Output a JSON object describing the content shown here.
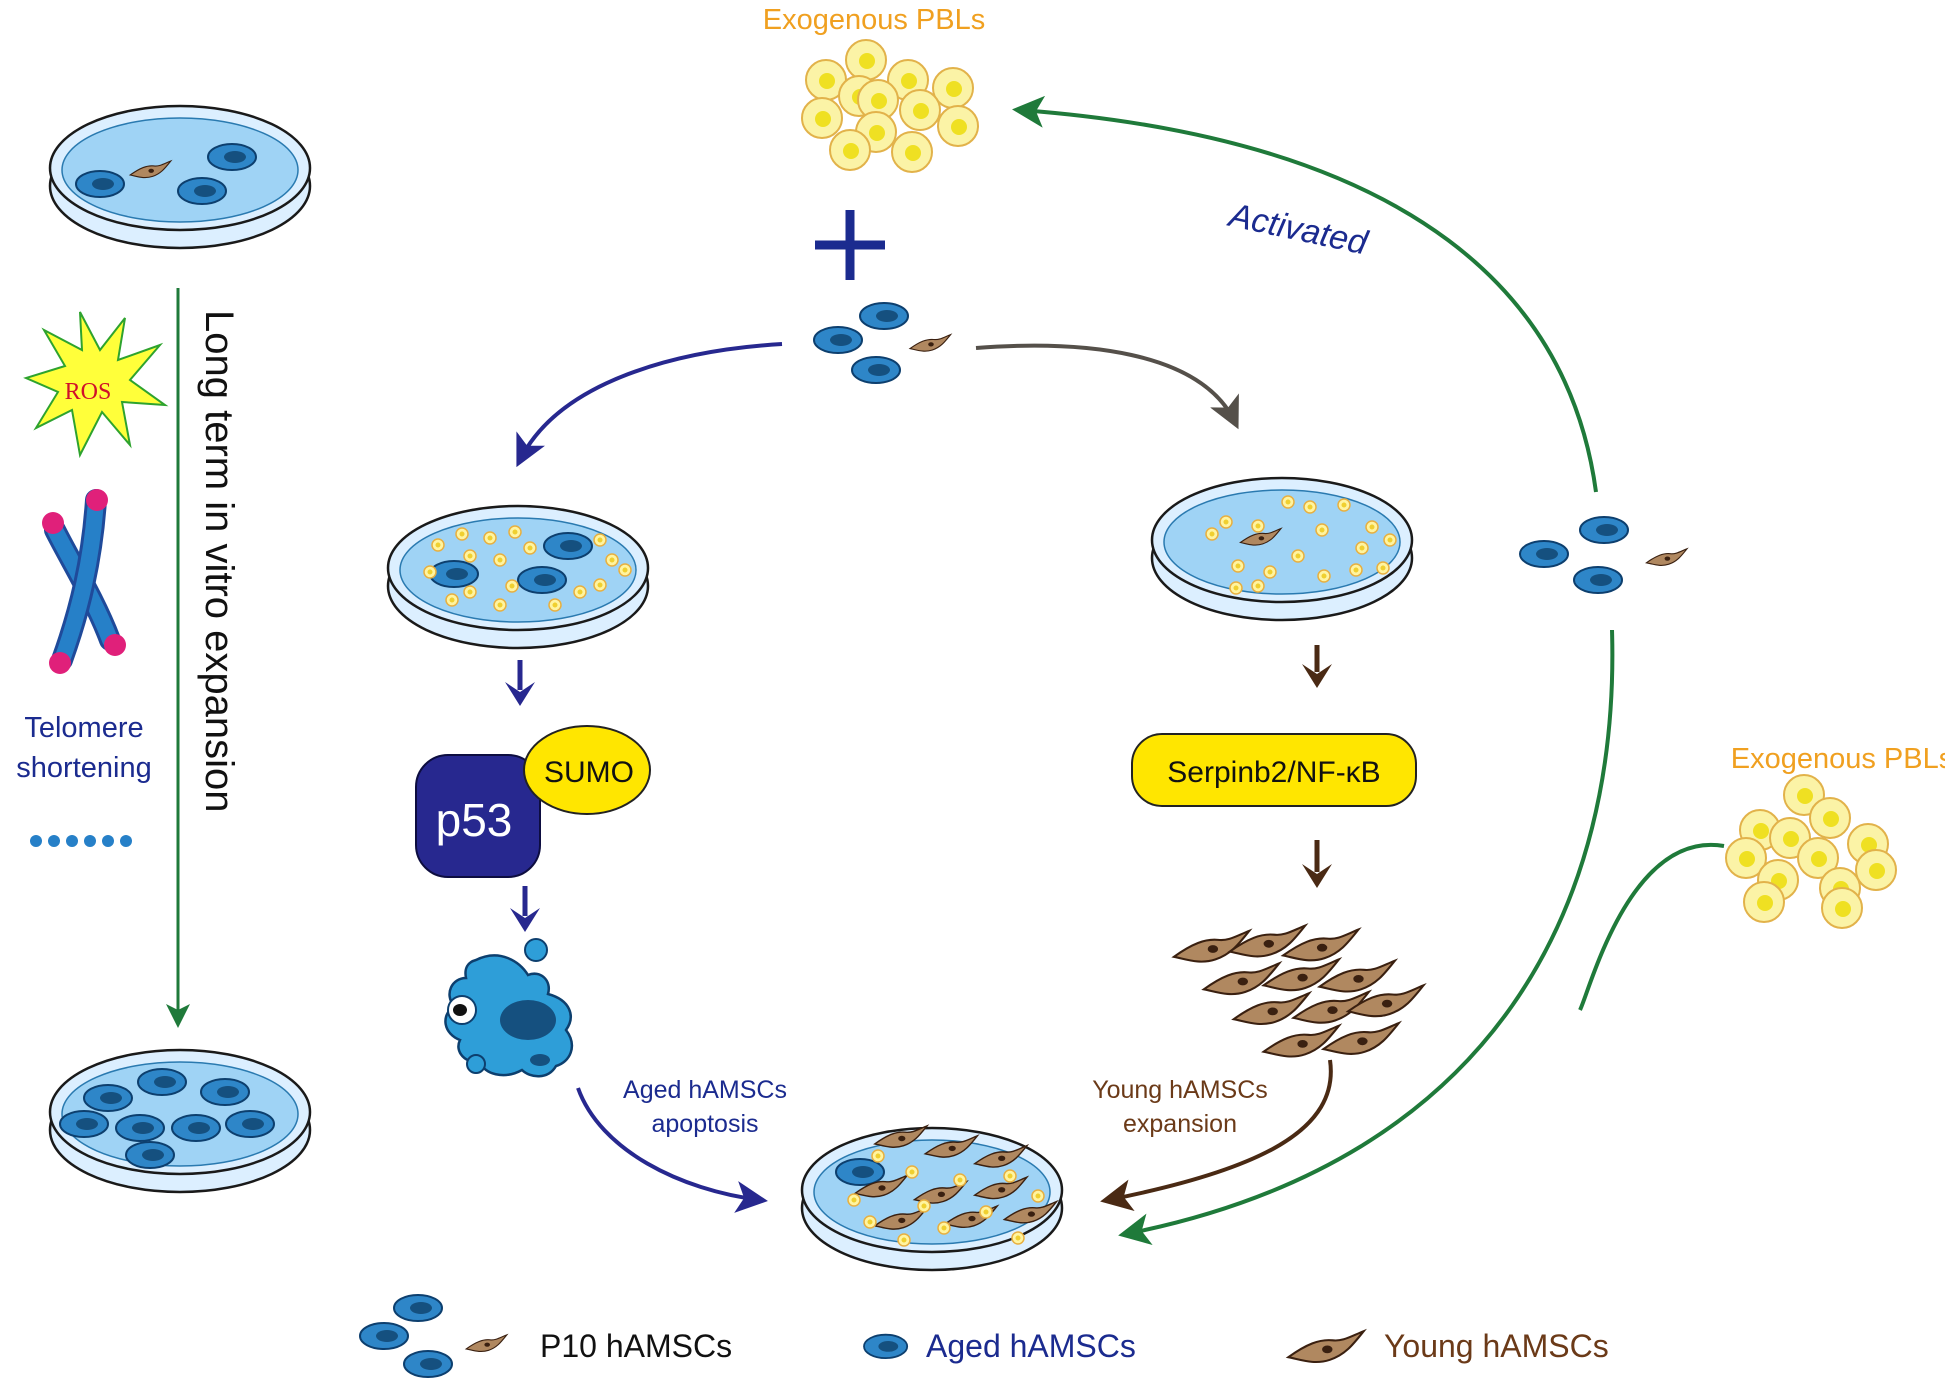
{
  "labels": {
    "exogenous_pbls_top": "Exogenous PBLs",
    "exogenous_pbls_right": "Exogenous PBLs",
    "activated": "Activated",
    "long_term": "Long term in vitro expansion",
    "ros": "ROS",
    "telomere_line1": "Telomere",
    "telomere_line2": "shortening",
    "sumo": "SUMO",
    "p53": "p53",
    "serpinb2": "Serpinb2/NF-κB",
    "aged_apoptosis_line1": "Aged hAMSCs",
    "aged_apoptosis_line2": "apoptosis",
    "young_expansion_line1": "Young hAMSCs",
    "young_expansion_line2": "expansion"
  },
  "legend": {
    "p10": "P10 hAMSCs",
    "aged": "Aged hAMSCs",
    "young": "Young hAMSCs"
  },
  "colors": {
    "aged_cell": "#2e86c8",
    "young_cell": "#b08860",
    "pbl": "#f2e04a",
    "green_arrow": "#1f7a3a",
    "blue_arrow": "#27288f",
    "brown_arrow": "#4a2a14",
    "orange_text": "#f0a020",
    "dark_blue_text": "#1b2b8f"
  }
}
